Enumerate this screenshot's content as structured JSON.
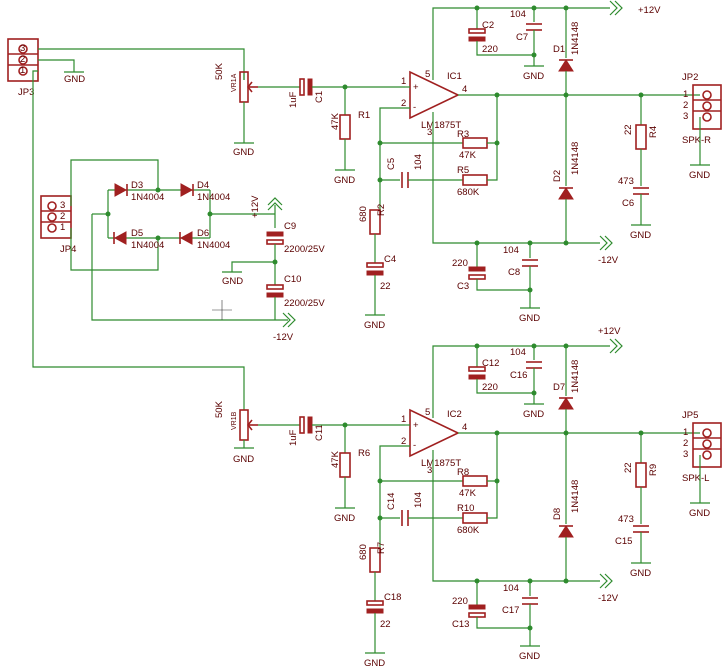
{
  "labels": {
    "jp3": "JP3",
    "jp4": "JP4",
    "jp2": "JP2",
    "jp5": "JP5",
    "gnd": "GND",
    "p12": "+12V",
    "m12": "-12V",
    "pin1": "1",
    "pin2": "2",
    "pin3": "3",
    "pin4": "4",
    "pin5": "5",
    "d3": "D3",
    "d4": "D4",
    "d5": "D5",
    "d6": "D6",
    "d1": "D1",
    "d2": "D2",
    "d7": "D7",
    "d8": "D8",
    "n4004": "1N4004",
    "n4148": "1N4148",
    "c9": "C9",
    "c10": "C10",
    "v2200": "2200/25V",
    "vr1a": "VR1A",
    "vr1b": "VR1B",
    "k50": "50K",
    "uf1": "1uF",
    "c1": "C1",
    "c11": "C11",
    "k47": "47K",
    "r1": "R1",
    "r6": "R6",
    "ic1": "IC1",
    "ic2": "IC2",
    "lm": "LM1875T",
    "r3": "R3",
    "r8": "R8",
    "r5": "R5",
    "r10": "R10",
    "k680": "680K",
    "c5": "C5",
    "c14": "C14",
    "v104": "104",
    "v680": "680",
    "r2": "R2",
    "r7": "R7",
    "c4": "C4",
    "c18": "C18",
    "v22": "22",
    "c2": "C2",
    "c12": "C12",
    "v220": "220",
    "c7": "C7",
    "c16": "C16",
    "c3": "C3",
    "c13": "C13",
    "c8": "C8",
    "c17": "C17",
    "r4": "R4",
    "r9": "R9",
    "v473": "473",
    "c6": "C6",
    "c15": "C15",
    "spkr": "SPK-R",
    "spkl": "SPK-L",
    "plus": "+",
    "minus": "-"
  }
}
